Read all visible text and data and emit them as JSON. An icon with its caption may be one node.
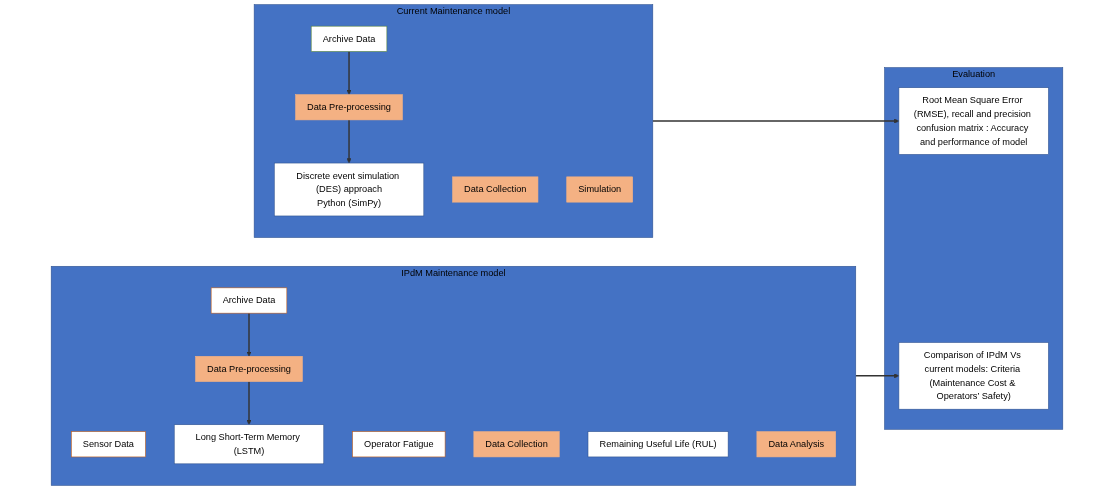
{
  "diagram": {
    "nodes": [
      {
        "text": [
          "Current Maintenance model"
        ]
      },
      {
        "text": [
          "Archive Data"
        ],
        "in": 0
      },
      {
        "text": [
          "Data Collection"
        ],
        "in": 0
      },
      {
        "text": [
          "Data Pre-processing"
        ],
        "in": 0
      },
      {
        "text": [
          "Discrete event simulation (DES) approach",
          "Python (SimPy)"
        ],
        "in": 0
      },
      {
        "text": [
          "Simulation"
        ],
        "in": 0
      },
      {
        "text": [
          "IPdM Maintenance model"
        ]
      },
      {
        "text": [
          "Sensor Data"
        ],
        "in": 6
      },
      {
        "text": [
          "Archive Data"
        ],
        "in": 6
      },
      {
        "text": [
          "Operator Fatigue"
        ],
        "in": 6
      },
      {
        "text": [
          "Data Collection"
        ],
        "in": 6
      },
      {
        "text": [
          "Data Pre-processing"
        ],
        "in": 6
      },
      {
        "text": [
          "Long Short-Term Memory (LSTM)"
        ],
        "in": 6
      },
      {
        "text": [
          "Remaining Useful Life (RUL)"
        ],
        "in": 6
      },
      {
        "text": [
          "Data Analysis"
        ],
        "in": 6
      },
      {
        "text": [
          "Evaluation"
        ]
      },
      {
        "text": [
          "Root Mean Square Error (RMSE), recall and precision confusion matrix : Accuracy and performance of model"
        ],
        "in": 15
      },
      {
        "text": [
          "Comparison of IPdM Vs current models: Criteria (Maintenance Cost & Operators’ Safety)"
        ],
        "in": 15
      }
    ],
    "edges": [
      {
        "from": 1,
        "to": 3,
        "arrow": "to"
      },
      {
        "from": 3,
        "to": 4,
        "arrow": "to"
      },
      {
        "from": 0,
        "to": 16,
        "arrow": "to"
      },
      {
        "from": 8,
        "to": 11,
        "arrow": "to"
      },
      {
        "from": 11,
        "to": 12,
        "arrow": "to"
      },
      {
        "from": 6,
        "to": 17,
        "arrow": "to"
      }
    ]
  }
}
